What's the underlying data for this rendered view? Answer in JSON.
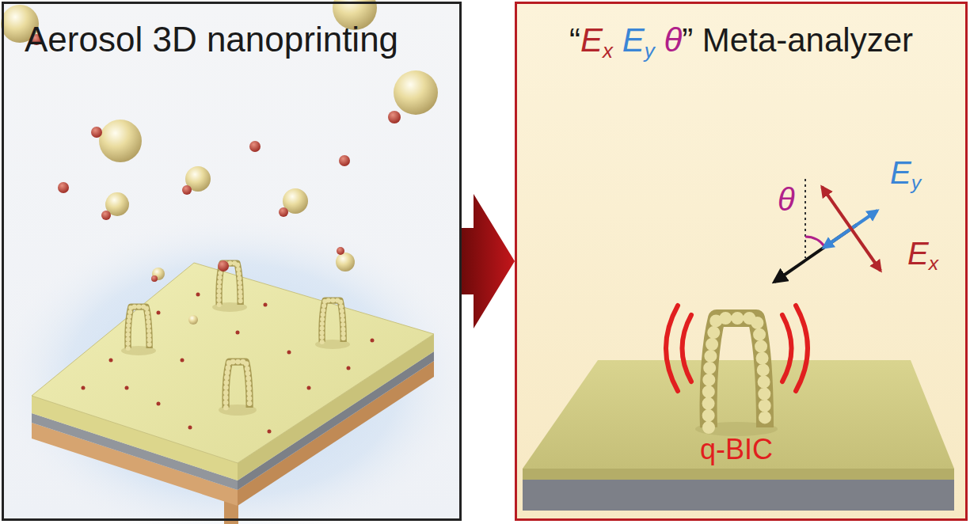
{
  "diagram": {
    "nodes": [
      {
        "text": [
          "Aerosol 3D nanoprinting"
        ]
      },
      {
        "text": [
          "“Ex Ey θ” Meta-analyzer"
        ]
      }
    ],
    "edges": [
      {
        "from": 0,
        "to": 1,
        "arrow": "to"
      }
    ],
    "labels": [
      "θ",
      "Ey",
      "Ex",
      "q-BIC"
    ]
  }
}
